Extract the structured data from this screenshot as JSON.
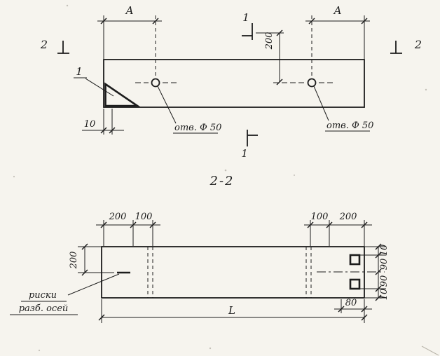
{
  "colors": {
    "paper": "#f6f4ee",
    "ink": "#1c1c1c"
  },
  "plan_view": {
    "section_a_left_label": "А",
    "section_a_right_label": "А",
    "cut_1_top_label": "1",
    "cut_1_bottom_label": "1",
    "cut_2_left_label": "2",
    "cut_2_right_label": "2",
    "dim_200_vertical": "200",
    "dim_10_left": "10",
    "detail_callout_label": "1",
    "hole_left_label": "отв. Ф 50",
    "hole_right_label": "отв. Ф 50"
  },
  "section_view": {
    "title": "2-2",
    "dim_top_left": [
      "200",
      "100"
    ],
    "dim_top_right": [
      "100",
      "200"
    ],
    "dim_left_height": "200",
    "dim_right_stack": [
      "10",
      "90",
      "90",
      "10"
    ],
    "dim_80": "80",
    "dim_length": "L",
    "axis_marks_note_line1": "риски",
    "axis_marks_note_line2": "разб. осей"
  }
}
